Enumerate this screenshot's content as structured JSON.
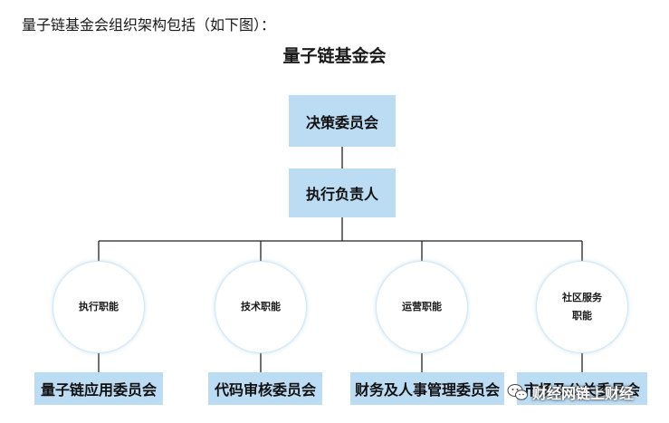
{
  "intro_text": "量子链基金会组织架构包括（如下图）：",
  "diagram": {
    "title": "量子链基金会",
    "top_box": "决策委员会",
    "second_box": "执行负责人",
    "functions": [
      {
        "line1": "执行职能",
        "line2": ""
      },
      {
        "line1": "技术职能",
        "line2": ""
      },
      {
        "line1": "运营职能",
        "line2": ""
      },
      {
        "line1": "社区服务",
        "line2": "职能"
      }
    ],
    "committees": [
      "量子链应用委员会",
      "代码审核委员会",
      "财务及人事管理委员会",
      "市场及公关委员会"
    ],
    "box_color": "#bcdcf4"
  },
  "watermark": {
    "text": "财经网链上财经",
    "icon": "wechat-icon"
  }
}
